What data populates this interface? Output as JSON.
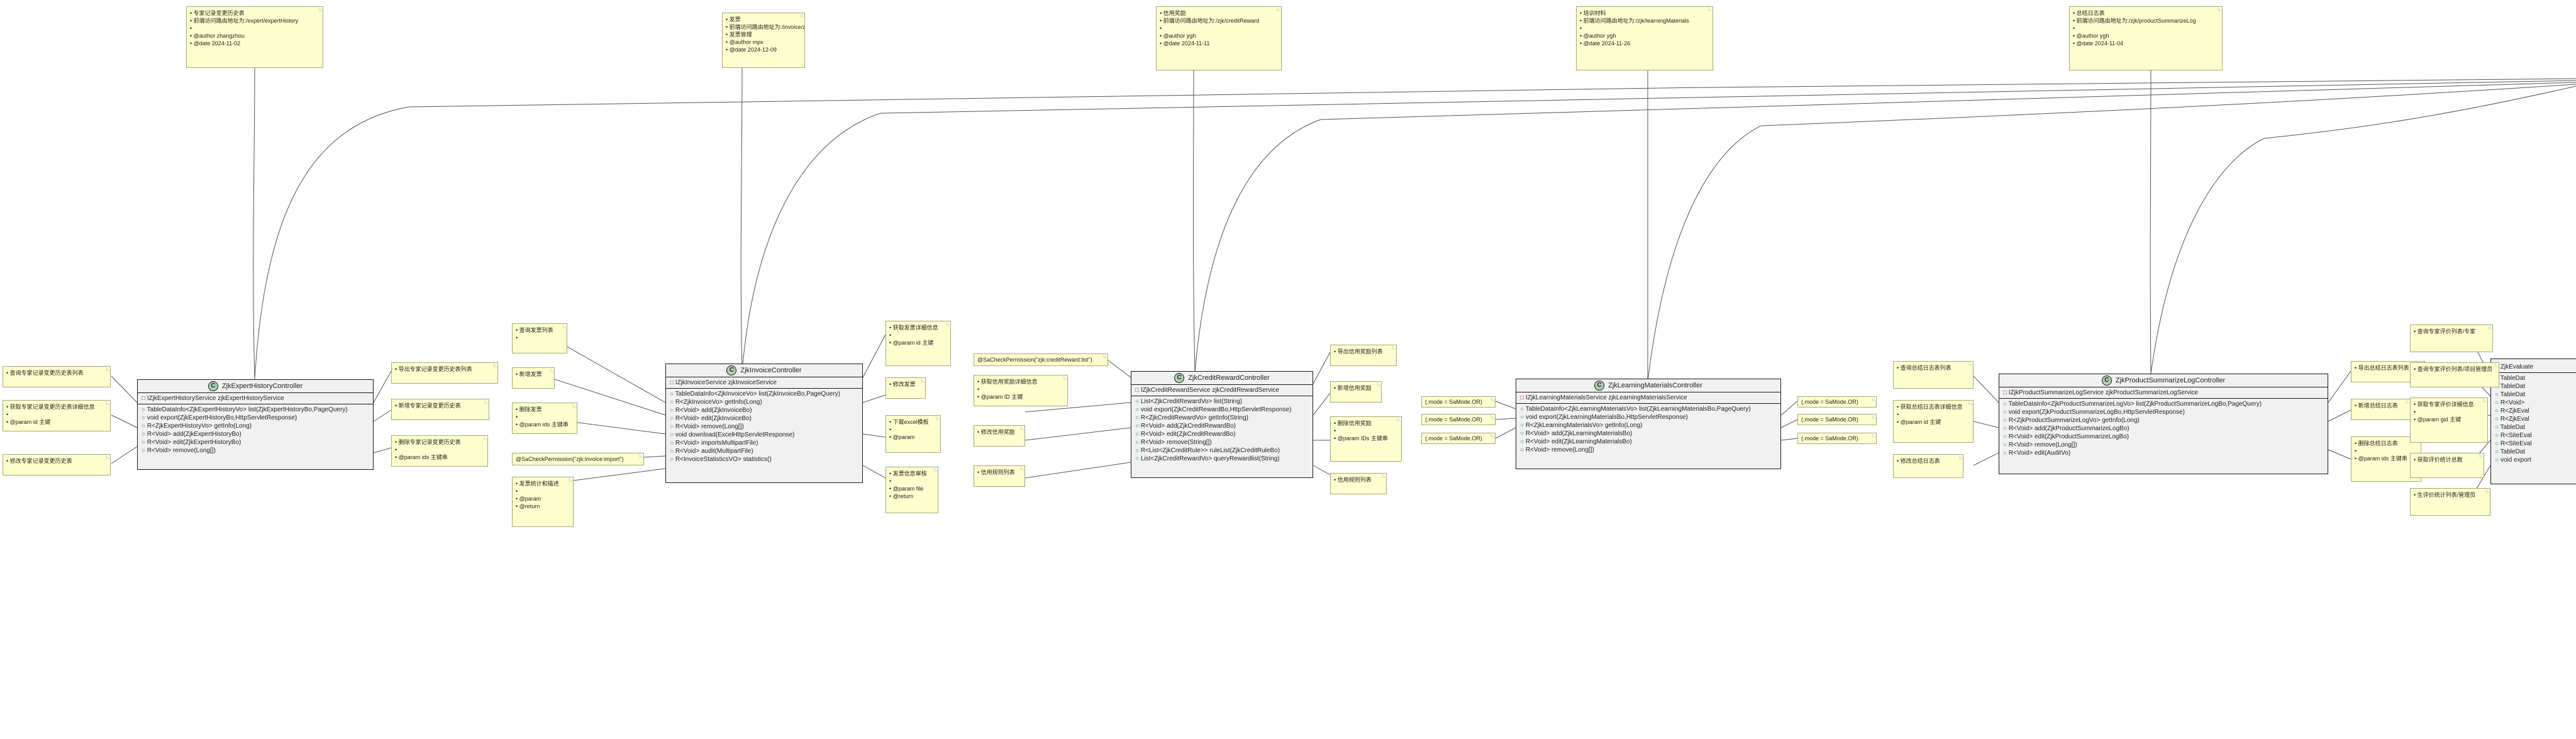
{
  "colors": {
    "note_bg": "#fefece",
    "note_border": "#a8a878",
    "class_bg": "#f1f1f1",
    "class_icon": "#add1b2"
  },
  "class_stereotype_icon": "C",
  "top_notes": [
    {
      "lines": [
        "• 专家记录变更历史表",
        "• 前端访问路由地址为:/expert/expertHistory",
        "•",
        "• @author zhangzhou",
        "• @date 2024-11-02"
      ]
    },
    {
      "lines": [
        "• 发票",
        "• 前端访问路由地址为:/invoice/zjkInvoice",
        "• 发票管理",
        "• @author mpx",
        "• @date 2024-12-09"
      ]
    },
    {
      "lines": [
        "• 信用奖励",
        "• 前端访问路由地址为:/zjk/creditReward",
        "•",
        "• @author ygh",
        "• @date 2024-11-11"
      ]
    },
    {
      "lines": [
        "• 培训材料",
        "• 前端访问路由地址为:/zjk/learningMaterials",
        "•",
        "• @author ygh",
        "• @date 2024-11-26"
      ]
    },
    {
      "lines": [
        "• 总结日志表",
        "• 前端访问路由地址为:/zjk/productSummarizeLog",
        "•",
        "• @author ygh",
        "• @date 2024-11-04"
      ]
    }
  ],
  "classes": [
    {
      "name": "ZjkExpertHistoryController",
      "fields": [
        "IZjkExpertHistoryService zjkExpertHistoryService"
      ],
      "methods": [
        "TableDataInfo<ZjkExpertHistoryVo> list(ZjkExpertHistoryBo,PageQuery)",
        "void export(ZjkExpertHistoryBo,HttpServletResponse)",
        "R<ZjkExpertHistoryVo> getInfo(Long)",
        "R<Void> add(ZjkExpertHistoryBo)",
        "R<Void> edit(ZjkExpertHistoryBo)",
        "R<Void> remove(Long[])"
      ]
    },
    {
      "name": "ZjkInvoiceController",
      "fields": [
        "IZjkInvoiceService zjkInvoiceService"
      ],
      "methods": [
        "TableDataInfo<ZjkInvoiceVo> list(ZjkInvoiceBo,PageQuery)",
        "R<ZjkInvoiceVo> getInfo(Long)",
        "R<Void> add(ZjkInvoiceBo)",
        "R<Void> edit(ZjkInvoiceBo)",
        "R<Void> remove(Long[])",
        "void download(ExcelHttpServletResponse)",
        "R<Void> importsMultipartFile)",
        "R<Void> audit(MultipartFile)",
        "R<InvoiceStatisticsVO> statistics()"
      ]
    },
    {
      "name": "ZjkCreditRewardController",
      "fields": [
        "IZjkCreditRewardService zjkCreditRewardService"
      ],
      "methods": [
        "List<ZjkCreditRewardVo> list(String)",
        "void export(ZjkCreditRewardBo,HttpServletResponse)",
        "R<ZjkCreditRewardVo> getInfo(String)",
        "R<Void> add(ZjkCreditRewardBo)",
        "R<Void> edit(ZjkCreditRewardBo)",
        "R<Void> remove(String[])",
        "R<List<ZjkCreditRule>> ruleList(ZjkCreditRuleBo)",
        "List<ZjkCreditRewardVo> queryRewardlist(String)"
      ]
    },
    {
      "name": "ZjkLearningMaterialsController",
      "fields": [
        "IZjkLearningMaterialsService zjkLearningMaterialsService"
      ],
      "methods": [
        "TableDataInfo<ZjkLearningMaterialsVo> list(ZjkLearningMaterialsBo,PageQuery)",
        "void export(ZjkLearningMaterialsBo,HttpServletResponse)",
        "R<ZjkLearningMaterialsVo> getInfo(Long)",
        "R<Void> add(ZjkLearningMaterialsBo)",
        "R<Void> edit(ZjkLearningMaterialsBo)",
        "R<Void> remove(Long[])"
      ]
    },
    {
      "name": "ZjkProductSummarizeLogController",
      "fields": [
        "IZjkProductSummarizeLogService zjkProductSummarizeLogService"
      ],
      "methods": [
        "TableDataInfo<ZjkProductSummarizeLogVo> list(ZjkProductSummarizeLogBo,PageQuery)",
        "void export(ZjkProductSummarizeLogBo,HttpServletResponse)",
        "R<ZjkProductSummarizeLogVo> getInfo(Long)",
        "R<Void> add(ZjkProductSummarizeLogBo)",
        "R<Void> edit(ZjkProductSummarizeLogBo)",
        "R<Void> remove(Long[])",
        "R<Void> edit(AuditVo)"
      ]
    },
    {
      "name": "ZjkEvaluate",
      "fields": [],
      "methods": [
        "TableDat",
        "TableDat",
        "TableDat",
        "R<Void> ",
        "R<ZjkEval",
        "R<ZjkEval",
        "TableDat",
        "R<SiteEval",
        "R<SiteEval",
        "TableDat",
        "void export"
      ]
    }
  ],
  "side_notes": [
    {
      "lines": [
        "• 查询专家记录变更历史表列表"
      ]
    },
    {
      "lines": [
        "• 获取专家记录变更历史表详细信息",
        "•",
        "• @param id 主键"
      ]
    },
    {
      "lines": [
        "• 修改专家记录变更历史表"
      ]
    },
    {
      "lines": [
        "• 导出专家记录变更历史表列表"
      ]
    },
    {
      "lines": [
        "• 新增专家记录变更历史表"
      ]
    },
    {
      "lines": [
        "• 删除专家记录变更历史表",
        "•",
        "• @param ids 主键串"
      ]
    },
    {
      "lines": [
        "• 查询发票列表",
        "•"
      ]
    },
    {
      "lines": [
        "• 新增发票"
      ]
    },
    {
      "lines": [
        "• 删除发票",
        "•",
        "• @param ids 主键串"
      ]
    },
    {
      "lines": [
        "@SaCheckPermission(\"zjk:invoice:import\")"
      ]
    },
    {
      "lines": [
        "• 发票统计和描述",
        "•",
        "• @param",
        "• @return"
      ]
    },
    {
      "lines": [
        "• 获取发票详细信息",
        "•",
        "• @param id 主键"
      ]
    },
    {
      "lines": [
        "• 修改发票"
      ]
    },
    {
      "lines": [
        "• 下载excel模板",
        "•",
        "• @param"
      ]
    },
    {
      "lines": [
        "• 发票信息审核",
        "•",
        "• @param file",
        "• @return"
      ]
    },
    {
      "lines": [
        "@SaCheckPermission(\"zjk:creditReward:list\")"
      ]
    },
    {
      "lines": [
        "• 获取信用奖励详细信息",
        "•",
        "• @param ID 主键"
      ]
    },
    {
      "lines": [
        "• 修改信用奖励"
      ]
    },
    {
      "lines": [
        "• 信用规则列表"
      ]
    },
    {
      "lines": [
        "• 导出信用奖励列表"
      ]
    },
    {
      "lines": [
        "• 新增信用奖励"
      ]
    },
    {
      "lines": [
        "• 删除信用奖励",
        "•",
        "• @param IDs 主键串"
      ]
    },
    {
      "lines": [
        "• 信用规则列表"
      ]
    },
    {
      "lines": [
        "(.mode = SaMode.OR)"
      ]
    },
    {
      "lines": [
        "(.mode = SaMode.OR)"
      ]
    },
    {
      "lines": [
        "(.mode = SaMode.OR)"
      ]
    },
    {
      "lines": [
        "(.mode = SaMode.OR)"
      ]
    },
    {
      "lines": [
        "(.mode = SaMode.OR)"
      ]
    },
    {
      "lines": [
        "(.mode = SaMode.OR)"
      ]
    },
    {
      "lines": [
        "• 查询总结日志表列表"
      ]
    },
    {
      "lines": [
        "• 获取总结日志表详细信息",
        "•",
        "• @param id 主键"
      ]
    },
    {
      "lines": [
        "• 修改总结日志表"
      ]
    },
    {
      "lines": [
        "• 导出总结日志表列表"
      ]
    },
    {
      "lines": [
        "• 新增总结日志表"
      ]
    },
    {
      "lines": [
        "• 删除总结日志表",
        "•",
        "• @param ids 主键串"
      ]
    },
    {
      "lines": [
        "• 查询专家评价列表/专家"
      ]
    },
    {
      "lines": [
        "• 查询专家评价列表/项目管理员"
      ]
    },
    {
      "lines": [
        "• 获取专家评价详细信息",
        "•",
        "• @param gid 主键"
      ]
    },
    {
      "lines": [
        "• 获取评价统计总数"
      ]
    },
    {
      "lines": [
        "• 生评价统计列表/管理员"
      ]
    }
  ]
}
